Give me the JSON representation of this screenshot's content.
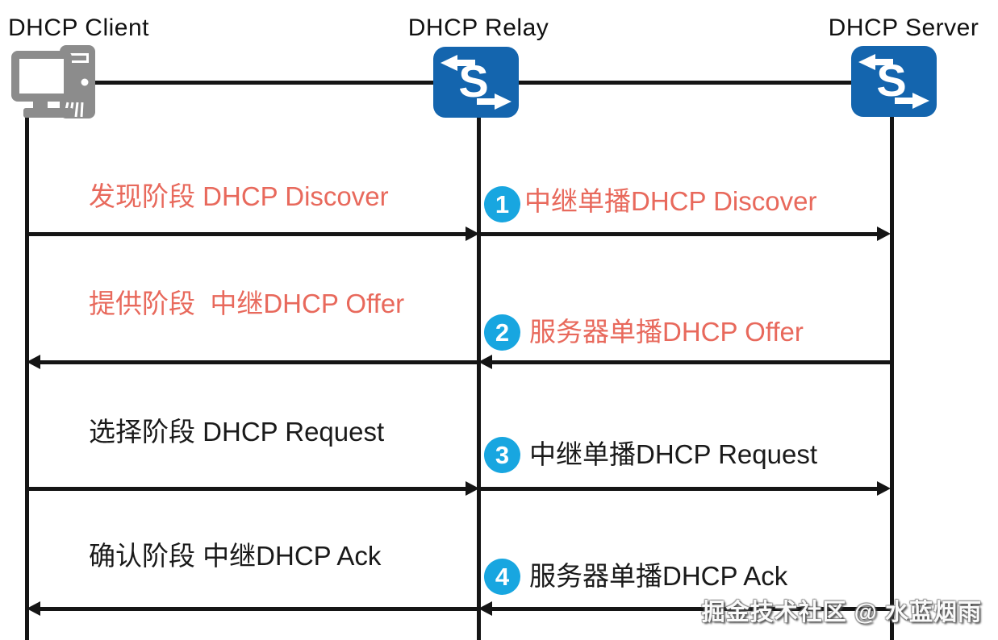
{
  "diagram": {
    "actors": [
      {
        "name": "DHCP Client",
        "icon": "desktop-computer"
      },
      {
        "name": "DHCP Relay",
        "icon": "network-switch"
      },
      {
        "name": "DHCP Server",
        "icon": "network-switch"
      }
    ],
    "rows": [
      {
        "badge": "1",
        "left_label": "发现阶段 DHCP Discover",
        "right_label": "中继单播DHCP Discover",
        "color": "#E8695C",
        "left_arrow": "client to relay, rightward",
        "right_arrow": "relay to server, rightward"
      },
      {
        "badge": "2",
        "left_label": "提供阶段  中继DHCP Offer",
        "right_label": "服务器单播DHCP Offer",
        "color": "#E8695C",
        "left_arrow": "relay to client, leftward",
        "right_arrow": "server to relay, leftward"
      },
      {
        "badge": "3",
        "left_label": "选择阶段 DHCP Request",
        "right_label": "中继单播DHCP Request",
        "color": "#1A1A1A",
        "left_arrow": "client to relay, rightward",
        "right_arrow": "relay to server, rightward"
      },
      {
        "badge": "4",
        "left_label": "确认阶段 中继DHCP Ack",
        "right_label": "服务器单播DHCP Ack",
        "color": "#1A1A1A",
        "left_arrow": "relay to client, leftward",
        "right_arrow": "server to relay, leftward"
      }
    ],
    "watermark": "掘金技术社区 @ 水蓝烟雨",
    "colors": {
      "highlight_text": "#E8695C",
      "normal_text": "#1A1A1A",
      "badge_blue": "#18A6E0",
      "switch_blue": "#1465AE",
      "device_gray": "#8C8C8C",
      "line": "#151515"
    }
  }
}
